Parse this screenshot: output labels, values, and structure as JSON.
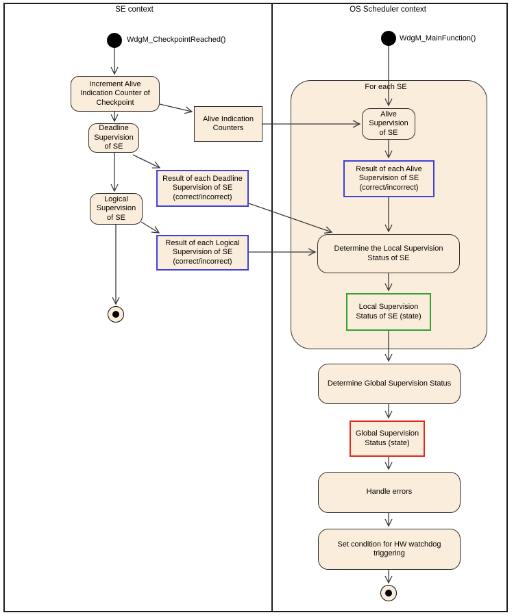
{
  "lanes": {
    "se_title": "SE context",
    "os_title": "OS Scheduler context"
  },
  "se": {
    "start_label": "WdgM_CheckpointReached()",
    "increment": "Increment Alive\nIndication Counter of\nCheckpoint",
    "deadline": "Deadline\nSupervision\nof SE",
    "logical": "Logical\nSupervision\nof SE",
    "counters": "Alive Indication\nCounters",
    "deadline_result": "Result of each Deadline\nSupervision of SE\n(correct/incorrect)",
    "logical_result": "Result of each Logical\nSupervision of SE\n(correct/incorrect)"
  },
  "os": {
    "start_label": "WdgM_MainFunction()",
    "foreach_label": "For each SE",
    "alive_sup": "Alive\nSupervision\nof SE",
    "alive_result": "Result of each Alive\nSupervision of SE\n(correct/incorrect)",
    "det_local": "Determine the Local Supervision\nStatus of SE",
    "local_status": "Local Supervision\nStatus of SE (state)",
    "det_global": "Determine Global Supervision Status",
    "global_status": "Global Supervision\nStatus (state)",
    "handle_errors": "Handle errors",
    "set_condition": "Set condition for HW watchdog\ntriggering"
  },
  "colors": {
    "node_fill": "#FAEDDB",
    "node_border": "#2F2F2F",
    "frame_border": "#1C1C1C",
    "result_border_blue": "#4040D8",
    "state_border_green": "#33A033",
    "state_border_red": "#E8251C",
    "connector": "#3A3A3A",
    "initial_final_fill": "#000000"
  }
}
